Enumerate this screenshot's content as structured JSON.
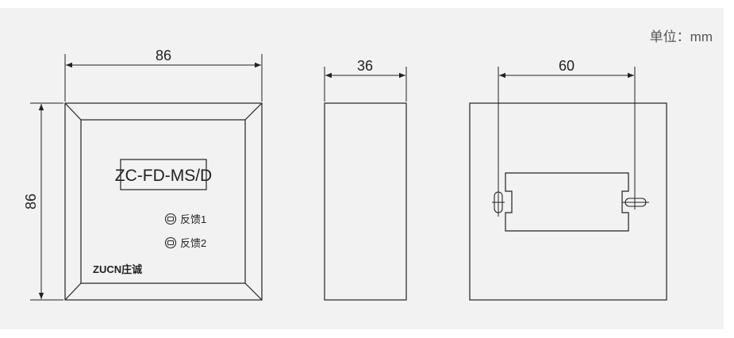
{
  "unit_label": "单位：mm",
  "front_view": {
    "width_label": "86",
    "height_label": "86",
    "model_label": "ZC-FD-MS/D",
    "indicators": [
      {
        "label": "反馈1",
        "icon": "indicator-light-icon"
      },
      {
        "label": "反馈2",
        "icon": "indicator-light-icon"
      }
    ],
    "brand_label": "ZUCN庄诚"
  },
  "side_view": {
    "depth_label": "36"
  },
  "back_view": {
    "hole_spacing_label": "60"
  },
  "colors": {
    "line": "#222222",
    "panel": "#f2f2f2",
    "background": "#ffffff"
  }
}
